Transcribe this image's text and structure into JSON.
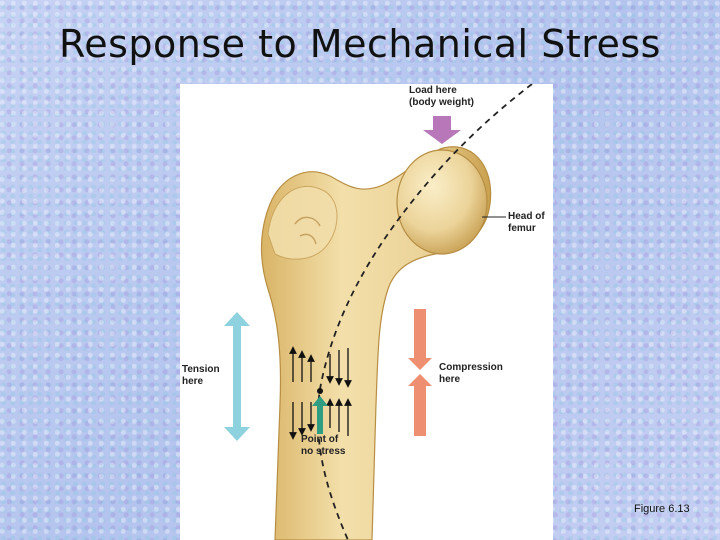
{
  "slide": {
    "title": "Response to Mechanical Stress",
    "caption": "Figure 6.13"
  },
  "diagram": {
    "load_label_line1": "Load here",
    "load_label_line2": "(body weight)",
    "head_label_line1": "Head of",
    "head_label_line2": "femur",
    "tension_label_line1": "Tension",
    "tension_label_line2": "here",
    "compression_label_line1": "Compression",
    "compression_label_line2": "here",
    "neutral_label_line1": "Point of",
    "neutral_label_line2": "no stress"
  },
  "colors": {
    "bone_fill": "#ecd49a",
    "bone_shadow": "#c9a45c",
    "load_arrow": "#b877b9",
    "tension_arrow": "#8fd2df",
    "compression_arrow": "#ef8f72",
    "neutral_arrow": "#2e9d82"
  }
}
